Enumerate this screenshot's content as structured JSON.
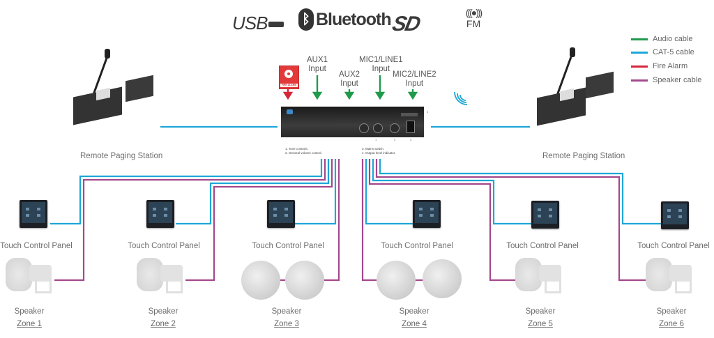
{
  "logos": [
    {
      "name": "usb-logo",
      "text": "USB"
    },
    {
      "name": "bluetooth-logo",
      "text": "Bluetooth"
    },
    {
      "name": "sd-logo",
      "text": "SD"
    },
    {
      "name": "fm-logo",
      "text": "FM"
    }
  ],
  "legend": [
    {
      "label": "Audio cable",
      "color": "#1f9a4b"
    },
    {
      "label": "CAT-5  cable",
      "color": "#1ea6d8"
    },
    {
      "label": "Fire Alarm",
      "color": "#d6263a"
    },
    {
      "label": "Speaker cable",
      "color": "#a4478c"
    }
  ],
  "inputs": [
    {
      "line1": "AUX1",
      "line2": "Input"
    },
    {
      "line1": "AUX2",
      "line2": "Input"
    },
    {
      "line1": "MIC1/LINE1",
      "line2": "Input"
    },
    {
      "line1": "MIC2/LINE2",
      "line2": "Input"
    }
  ],
  "fire_alarm": {
    "label": "FIRE ALARM"
  },
  "amplifier": {
    "notes_left": [
      "1.    Tone controls.",
      "2.    General volume control."
    ],
    "notes_right": [
      "3.    Mains switch.",
      "4.    Output level indicator."
    ],
    "callouts": [
      "1",
      "2",
      "3",
      "4"
    ]
  },
  "paging_stations": [
    {
      "label": "Remote Paging Station"
    },
    {
      "label": "Remote Paging Station"
    }
  ],
  "zones": [
    {
      "panel_label": "Touch Control Panel",
      "speaker_label": "Speaker",
      "zone_label": "Zone 1",
      "speaker_type": "horn"
    },
    {
      "panel_label": "Touch Control Panel",
      "speaker_label": "Speaker",
      "zone_label": "Zone 2",
      "speaker_type": "horn"
    },
    {
      "panel_label": "Touch Control Panel",
      "speaker_label": "Speaker",
      "zone_label": "Zone 3",
      "speaker_type": "ceiling"
    },
    {
      "panel_label": "Touch Control Panel",
      "speaker_label": "Speaker",
      "zone_label": "Zone 4",
      "speaker_type": "ceiling"
    },
    {
      "panel_label": "Touch Control Panel",
      "speaker_label": "Speaker",
      "zone_label": "Zone 5",
      "speaker_type": "horn"
    },
    {
      "panel_label": "Touch Control Panel",
      "speaker_label": "Speaker",
      "zone_label": "Zone 6",
      "speaker_type": "horn"
    }
  ],
  "colors": {
    "audio": "#1f9a4b",
    "cat5": "#1ea6d8",
    "fire": "#d6263a",
    "speaker": "#a4478c"
  }
}
